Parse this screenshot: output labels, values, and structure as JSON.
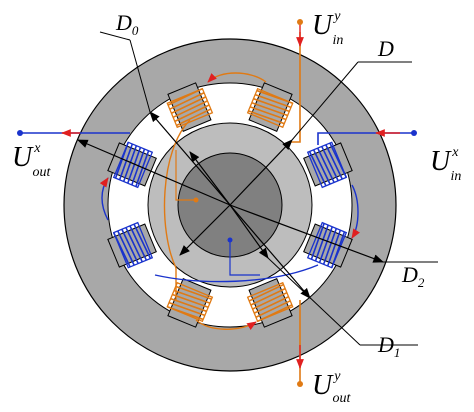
{
  "labels": {
    "D0": {
      "main": "D",
      "sub": "0"
    },
    "D": {
      "main": "D",
      "sub": ""
    },
    "D1": {
      "main": "D",
      "sub": "1"
    },
    "D2": {
      "main": "D",
      "sub": "2"
    },
    "Uin_y": {
      "main": "U",
      "sup": "y",
      "sub": "in"
    },
    "Uin_x": {
      "main": "U",
      "sup": "x",
      "sub": "in"
    },
    "Uout_x": {
      "main": "U",
      "sup": "x",
      "sub": "out"
    },
    "Uout_y": {
      "main": "U",
      "sup": "y",
      "sub": "out"
    }
  },
  "colors": {
    "stator": "#a8a8a8",
    "rotor_outer": "#bdbdbd",
    "rotor_inner": "#808080",
    "coil_blue": "#1a33cc",
    "coil_orange": "#e07a14",
    "arrow_red": "#e02020",
    "outline": "#000000"
  }
}
